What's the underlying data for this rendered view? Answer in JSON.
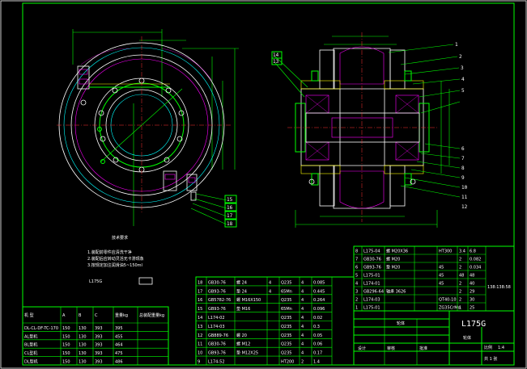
{
  "title_block": {
    "model": "L175G",
    "part_name": "轮体"
  },
  "balloons": [
    "14",
    "13",
    "1",
    "2",
    "3",
    "4",
    "5",
    "6",
    "7",
    "8",
    "9",
    "10",
    "11",
    "12",
    "15",
    "16",
    "17",
    "18"
  ],
  "notes": {
    "heading": "技术要求",
    "line1": "1.装配前零件应清洗干净",
    "line2": "2.装配后应转动灵活无卡滞现象",
    "line3": "3.按规定加注润滑油5~150ml",
    "line4": "L175G"
  },
  "bom_right": {
    "rows": [
      {
        "no": "8",
        "code": "L175-04",
        "name": "螺 M20X36",
        "qty": "",
        "mat": "HT300",
        "w": "3.4",
        "tw": "6.8"
      },
      {
        "no": "7",
        "code": "GB30-76",
        "name": "螺 M20",
        "qty": "",
        "mat": "",
        "w": "2",
        "tw": "0.082"
      },
      {
        "no": "6",
        "code": "GB93-76",
        "name": "垫 M20",
        "qty": "",
        "mat": "45",
        "w": "2",
        "tw": "0.034"
      },
      {
        "no": "5",
        "code": "L175-01",
        "name": "",
        "qty": "",
        "mat": "45",
        "w": "48",
        "tw": "48"
      },
      {
        "no": "4",
        "code": "L174-01",
        "name": "",
        "qty": "",
        "mat": "45",
        "w": "2",
        "tw": "40"
      },
      {
        "no": "3",
        "code": "GB296-64",
        "name": "轴承 3626",
        "qty": "",
        "mat": "",
        "w": "2",
        "tw": "29"
      },
      {
        "no": "2",
        "code": "L174-03",
        "name": "",
        "qty": "",
        "mat": "QT40-10",
        "w": "2",
        "tw": "30"
      },
      {
        "no": "1",
        "code": "L175-01",
        "name": "",
        "qty": "",
        "mat": "ZG35CrMo",
        "w": "1",
        "tw": "25"
      }
    ],
    "extra": "138:138:58"
  },
  "bom_left": {
    "rows": [
      {
        "no": "18",
        "code": "GB30-76",
        "name": "螺 24",
        "qty": "4",
        "mat": "Q235",
        "w": "4",
        "tw": "0.085"
      },
      {
        "no": "17",
        "code": "GB93-76",
        "name": "垫 24",
        "qty": "4",
        "mat": "65Mn",
        "w": "4",
        "tw": "0.445"
      },
      {
        "no": "16",
        "code": "GB5782-76",
        "name": "螺 M16X150",
        "qty": "",
        "mat": "Q235",
        "w": "4",
        "tw": "0.264"
      },
      {
        "no": "15",
        "code": "GB93-76",
        "name": "垫 M16",
        "qty": "",
        "mat": "65Mn",
        "w": "4",
        "tw": "0.096"
      },
      {
        "no": "14",
        "code": "L174-02",
        "name": "",
        "qty": "",
        "mat": "Q235",
        "w": "4",
        "tw": "0.02"
      },
      {
        "no": "13",
        "code": "L174-03",
        "name": "",
        "qty": "",
        "mat": "Q235",
        "w": "4",
        "tw": "0.3"
      },
      {
        "no": "12",
        "code": "GB889-76",
        "name": "螺 20",
        "qty": "",
        "mat": "Q235",
        "w": "4",
        "tw": "0.05"
      },
      {
        "no": "11",
        "code": "GB30-76",
        "name": "螺 M12",
        "qty": "",
        "mat": "Q235",
        "w": "4",
        "tw": "0.06"
      },
      {
        "no": "10",
        "code": "GB93-76",
        "name": "垫 M12X25",
        "qty": "",
        "mat": "Q235",
        "w": "4",
        "tw": "0.17"
      },
      {
        "no": "9",
        "code": "L174-52",
        "name": "",
        "qty": "",
        "mat": "HT200",
        "w": "2",
        "tw": "1.4"
      }
    ]
  },
  "param_table": {
    "headers": [
      "机 型",
      "A",
      "B",
      "C",
      "重量kg",
      "总装配重量kg"
    ],
    "rows": [
      [
        "DL-CL-DF-TC-170",
        "150",
        "130",
        "393",
        "395",
        ""
      ],
      [
        "AL型机",
        "150",
        "130",
        "393",
        "455",
        ""
      ],
      [
        "BL型机",
        "150",
        "130",
        "393",
        "464",
        ""
      ],
      [
        "CL型机",
        "150",
        "130",
        "393",
        "475",
        ""
      ],
      [
        "DL型机",
        "150",
        "130",
        "393",
        "486",
        ""
      ]
    ]
  },
  "title_small": {
    "drawn": "设计",
    "checked": "审核",
    "approved": "批准",
    "scale_label": "比例",
    "scale": "1:4",
    "sheet": "共 1 张"
  }
}
